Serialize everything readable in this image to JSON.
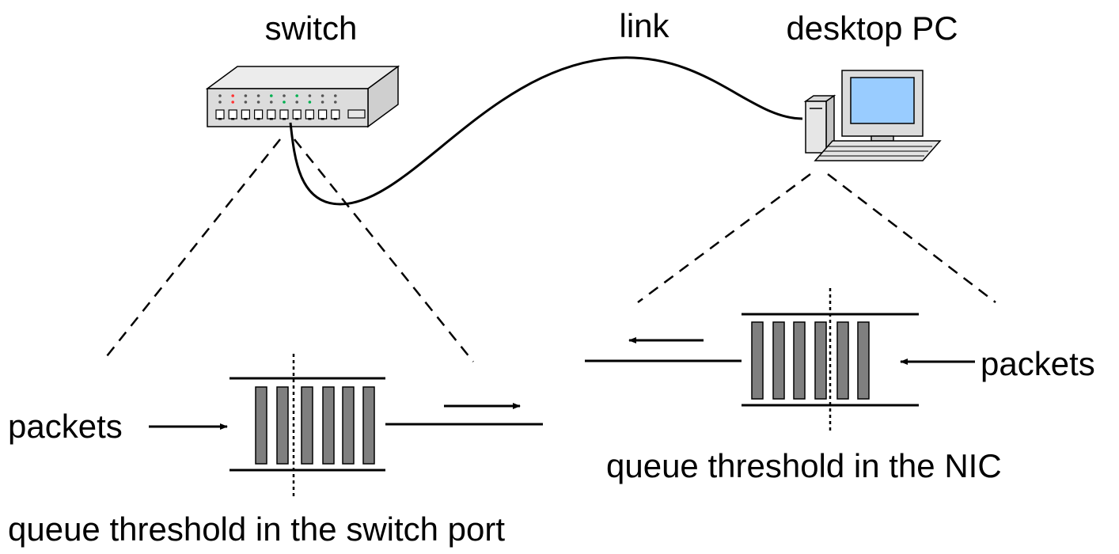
{
  "labels": {
    "switch": "switch",
    "link": "link",
    "desktop": "desktop PC",
    "packets_left": "packets",
    "packets_right": "packets",
    "switch_caption": "queue threshold in the switch port",
    "nic_caption": "queue threshold in the NIC"
  },
  "icons": {
    "switch": "network-switch-icon",
    "desktop": "desktop-computer-icon"
  },
  "colors": {
    "packet_fill": "#7f7f7f",
    "screen_fill": "#99ccff",
    "led_green": "#00b050",
    "led_red": "#ff3333"
  }
}
